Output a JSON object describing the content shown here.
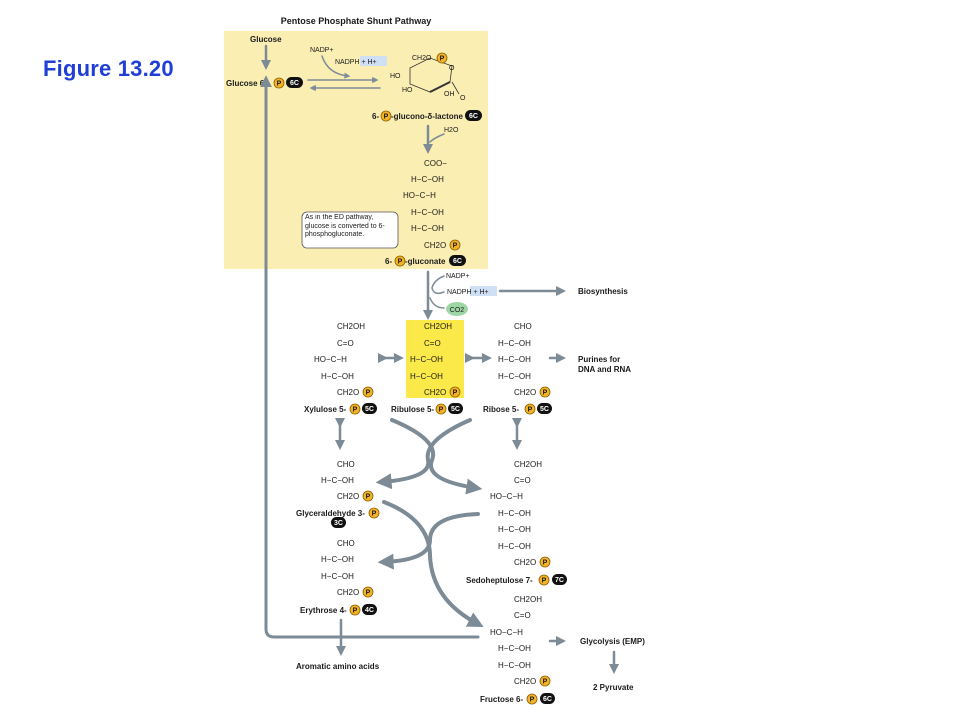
{
  "figure_label": "Figure 13.20",
  "title": "Pentose Phosphate Shunt Pathway",
  "colors": {
    "shaded_area": "#fbeeb3",
    "ribulose_highlight": "#fbe94a",
    "arrow": "#7d8b96",
    "phosphate": "#f4b324",
    "co2": "#9fd6a6",
    "figure_label": "#1f3fd6"
  },
  "inputs": {
    "glucose": "Glucose",
    "nadp1": "NADP+",
    "nadph1": "NADPH + H+",
    "h2o": "H2O",
    "nadp2": "NADP+",
    "nadph2": "NADPH + H+",
    "co2": "CO2"
  },
  "compounds": {
    "glucose6p": {
      "prefix": "Glucose 6-",
      "carbons": "6C"
    },
    "lactone": {
      "prefix": "6-",
      "suffix": "-glucono-δ-lactone",
      "carbons": "6C"
    },
    "gluconate": {
      "prefix": "6-",
      "suffix": "-gluconate",
      "carbons": "6C"
    },
    "xylulose": {
      "prefix": "Xylulose 5-",
      "carbons": "5C"
    },
    "ribulose": {
      "prefix": "Ribulose 5-",
      "carbons": "5C"
    },
    "ribose": {
      "prefix": "Ribose 5-",
      "carbons": "5C"
    },
    "glyceraldehyde": {
      "prefix": "Glyceraldehyde 3-",
      "carbons": "3C"
    },
    "erythrose": {
      "prefix": "Erythrose 4-",
      "carbons": "4C"
    },
    "sedoheptulose": {
      "prefix": "Sedoheptulose 7-",
      "carbons": "7C"
    },
    "fructose": {
      "prefix": "Fructose 6-",
      "carbons": "6C"
    }
  },
  "phosphate_symbol": "P",
  "note": "As in the ED pathway, glucose is converted to 6-phosphogluconate.",
  "outputs": {
    "biosynthesis": "Biosynthesis",
    "purines": "Purines for DNA and RNA",
    "glycolysis": "Glycolysis (EMP)",
    "pyruvate": "2 Pyruvate",
    "aromatic": "Aromatic amino acids"
  },
  "glucose_ring": {
    "ch2o": "CH2O",
    "ho1": "HO",
    "ho2": "HO",
    "oh": "OH",
    "o_ring": "O",
    "o_keto": "O"
  },
  "gluconate_chain": [
    "COO−",
    "H−C−OH",
    "HO−C−H",
    "H−C−OH",
    "H−C−OH",
    "CH2O"
  ],
  "xylulose_chain": [
    "CH2OH",
    "C=O",
    "HO−C−H",
    "H−C−OH",
    "CH2O"
  ],
  "ribulose_chain": [
    "CH2OH",
    "C=O",
    "H−C−OH",
    "H−C−OH",
    "CH2O"
  ],
  "ribose_chain": [
    "CHO",
    "H−C−OH",
    "H−C−OH",
    "H−C−OH",
    "CH2O"
  ],
  "glyceraldehyde_chain": [
    "CHO",
    "H−C−OH",
    "CH2O"
  ],
  "erythrose_chain": [
    "CHO",
    "H−C−OH",
    "H−C−OH",
    "CH2O"
  ],
  "sedoheptulose_chain": [
    "CH2OH",
    "C=O",
    "HO−C−H",
    "H−C−OH",
    "H−C−OH",
    "H−C−OH",
    "CH2O"
  ],
  "fructose_chain": [
    "CH2OH",
    "C=O",
    "HO−C−H",
    "H−C−OH",
    "H−C−OH",
    "CH2O"
  ]
}
